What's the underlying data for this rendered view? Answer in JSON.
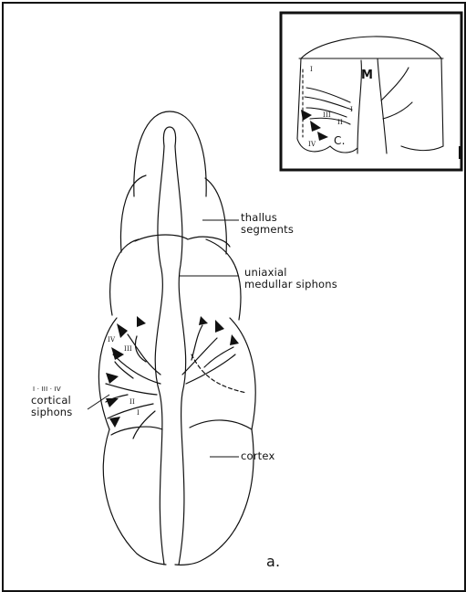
{
  "labels": {
    "thallus_segments_l1": "thallus",
    "thallus_segments_l2": "segments",
    "uniaxial_l1": "uniaxial",
    "uniaxial_l2": "medullar siphons",
    "cortical_order": "I · III · IV",
    "cortical_l1": "cortical",
    "cortical_l2": "siphons",
    "cortex": "cortex",
    "panel_a": "a."
  },
  "inset": {
    "medulla": "M",
    "cortex": "C.",
    "order_I": "I",
    "order_II": "II",
    "order_III": "III",
    "order_IV": "IV",
    "order_I_right": "I",
    "panel_letter": "b"
  },
  "drawing_numerals": {
    "IV": "IV",
    "III": "III",
    "II": "II",
    "I": "I"
  },
  "colors": {
    "ink": "#111111",
    "paper": "#ffffff"
  }
}
